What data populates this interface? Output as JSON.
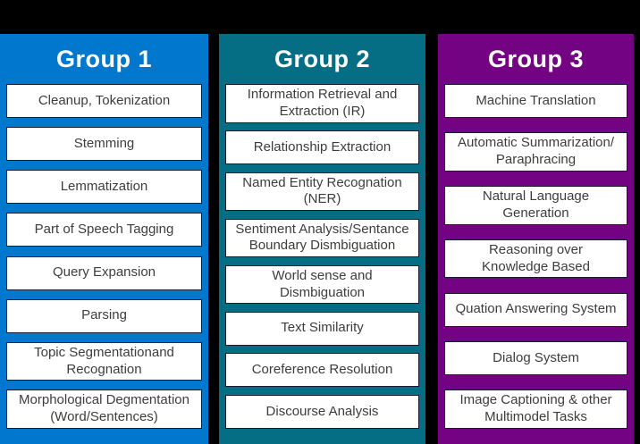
{
  "board": {
    "background": "#000000",
    "box_background": "#ffffff",
    "box_border_color": "#1a1a2e",
    "box_text_color": "#3d3d3d",
    "title_text_color": "#ffffff"
  },
  "groups": [
    {
      "title": "Group 1",
      "color": "#0277ce",
      "items": [
        "Cleanup, Tokenization",
        "Stemming",
        "Lemmatization",
        "Part of Speech Tagging",
        "Query Expansion",
        "Parsing",
        "Topic Segmentationand\nRecognation",
        "Morphological Degmentation\n(Word/Sentences)"
      ]
    },
    {
      "title": "Group 2",
      "color": "#056e85",
      "items": [
        "Information Retrieval and\nExtraction (IR)",
        "Relationship Extraction",
        "Named Entity Recognation\n(NER)",
        "Sentiment Analysis/Sentance\nBoundary Dismbiguation",
        "World sense and\nDismbiguation",
        "Text Similarity",
        "Coreference Resolution",
        "Discourse Analysis"
      ]
    },
    {
      "title": "Group 3",
      "color": "#740383",
      "items": [
        "Machine Translation",
        "Automatic Summarization/\nParaphracing",
        "Natural Language Generation",
        "Reasoning over\nKnowledge Based",
        "Quation Answering System",
        "Dialog System",
        "Image Captioning & other\nMultimodel Tasks"
      ]
    }
  ]
}
